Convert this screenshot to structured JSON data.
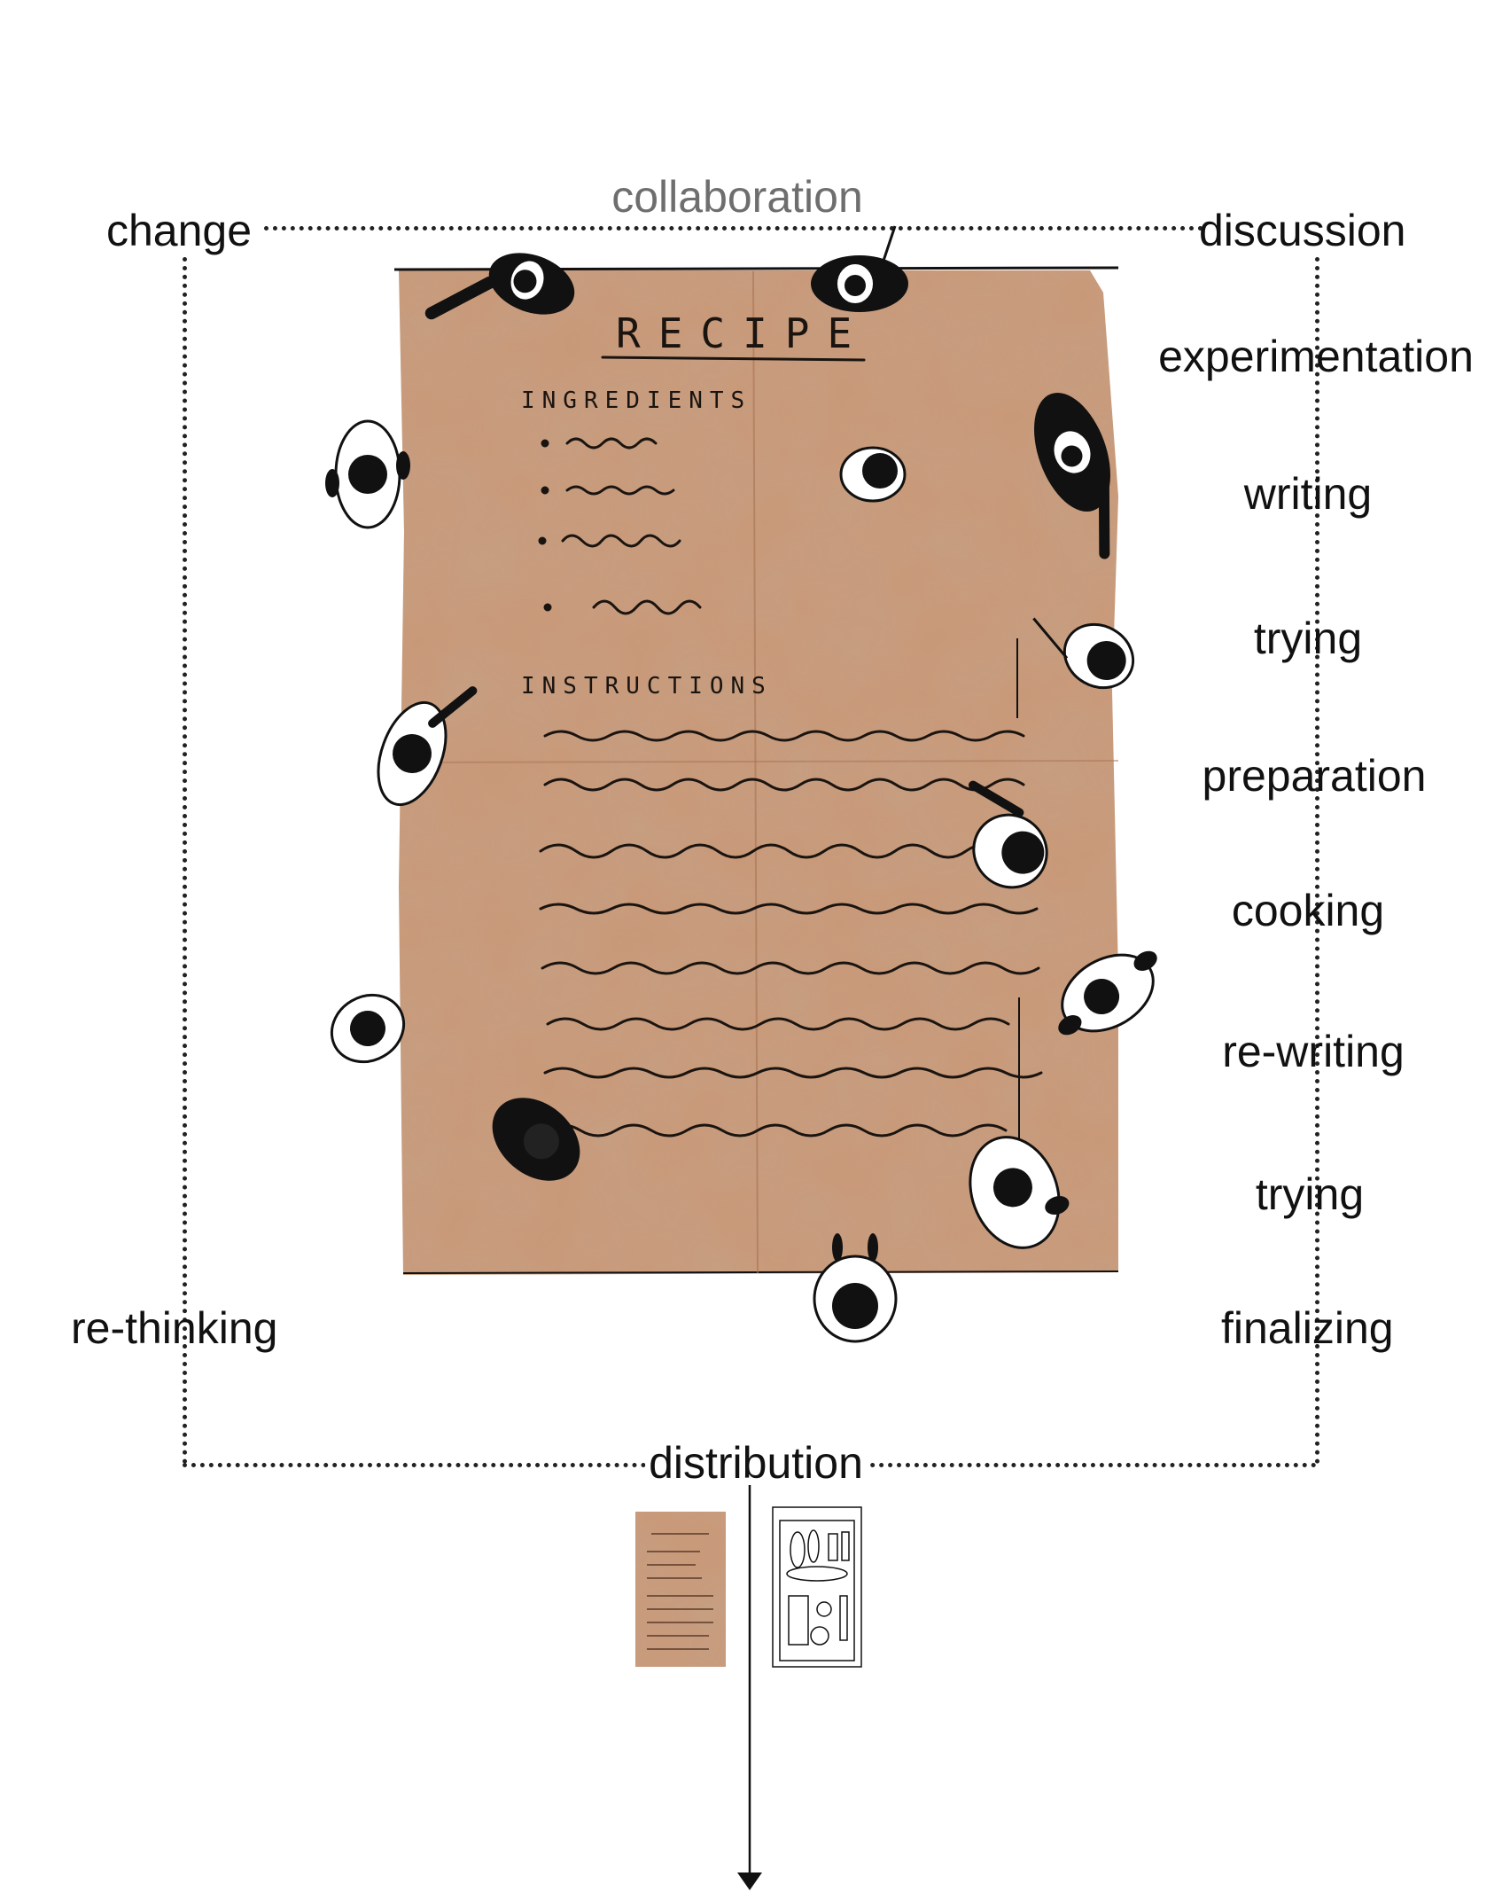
{
  "top_label": "collaboration",
  "corner_labels": {
    "top_left": "change",
    "top_right": "discussion",
    "bottom_left": "re-thinking",
    "bottom_right": "finalizing"
  },
  "right_labels": [
    "experimentation",
    "writing",
    "trying",
    "preparation",
    "cooking",
    "re-writing",
    "trying"
  ],
  "bottom_label": "distribution",
  "recipe": {
    "title": "RECIPE",
    "ingredients_heading": "INGREDIENTS",
    "instructions_heading": "INSTRUCTIONS"
  },
  "colors": {
    "paper": "#c99877",
    "paper_dark": "#b5805f",
    "ink": "#1a1410",
    "label_gray": "#6e6e6e"
  }
}
